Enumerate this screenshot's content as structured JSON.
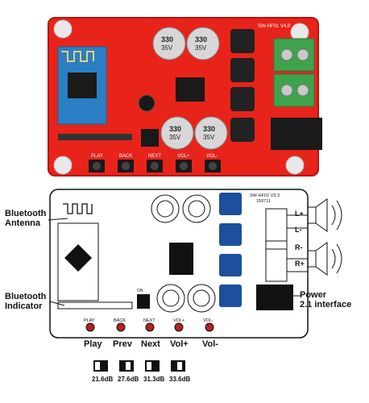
{
  "photo": {
    "board_model": "SW-HF01 V4.0",
    "cap_markings": [
      "330",
      "35V"
    ],
    "key_labels": [
      "PLAY",
      "BACK",
      "NEXT",
      "VOL+",
      "VOL-"
    ]
  },
  "diagram": {
    "board_model": "SW-HF01 V3.3",
    "board_date": "150711",
    "callouts": {
      "bt_antenna_l1": "Bluetooth",
      "bt_antenna_l2": "Antenna",
      "bt_indicator_l1": "Bluetooth",
      "bt_indicator_l2": "Indicator",
      "power_l1": "Power",
      "power_l2": "2.1 interface"
    },
    "speaker_terms": [
      "L+",
      "L-",
      "R-",
      "R+"
    ],
    "buttons": [
      "Play",
      "Prev",
      "Next",
      "Vol+",
      "Vol-"
    ],
    "button_silk": [
      "PLAY",
      "BACK",
      "NEXT",
      "VOL+",
      "VOL-"
    ],
    "gain_settings": [
      "21.6dB",
      "27.6dB",
      "31.3dB",
      "33.6dB"
    ],
    "switch_silk": "ON"
  },
  "colors": {
    "pcb_red": "#e8231a",
    "terminal_green": "#3fa34d",
    "inductor_blue": "#1d4f9c",
    "button_red": "#b22222"
  }
}
